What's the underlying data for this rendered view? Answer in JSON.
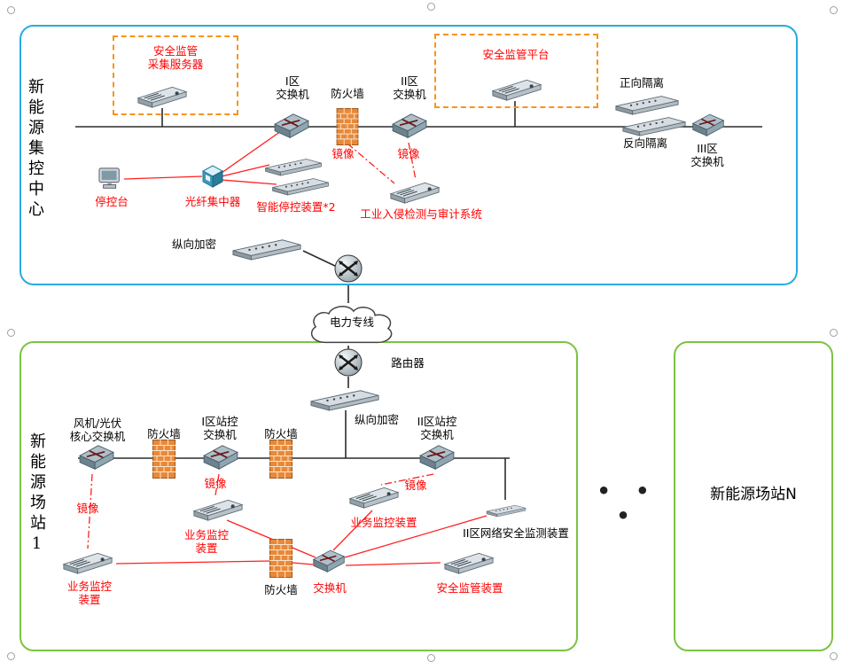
{
  "colors": {
    "center_border": "#29abe2",
    "station_border": "#7dc243",
    "group_dashed": "#f7941d",
    "red_label": "#ff0000",
    "red_line": "#ff2020",
    "black_line": "#2b2b2b"
  },
  "center": {
    "title": "新能源集控中心",
    "collect_server": "安全监管\n采集服务器",
    "console": "停控台",
    "fiber_hub": "光纤集中器",
    "zone1_switch": "I区\n交换机",
    "firewall": "防火墙",
    "mirror1": "镜像",
    "zone2_switch": "II区\n交换机",
    "mirror2": "镜像",
    "platform": "安全监管平台",
    "forward_isolation": "正向隔离",
    "reverse_isolation": "反向隔离",
    "zone3_switch": "III区\n交换机",
    "smart_stop": "智能停控装置*2",
    "ids": "工业入侵检测与审计系统",
    "encrypt": "纵向加密"
  },
  "wan": {
    "cloud": "电力专线"
  },
  "station1": {
    "title": "新能源场站1",
    "router": "路由器",
    "encrypt": "纵向加密",
    "core_switch": "风机/光伏\n核心交换机",
    "firewall1": "防火墙",
    "zone1_switch": "I区站控\n交换机",
    "mirror1": "镜像",
    "firewall2": "防火墙",
    "zone2_switch": "II区站控\n交换机",
    "mirror2": "镜像",
    "mirror3": "镜像",
    "biz_monitor_a": "业务监控\n装置",
    "biz_monitor_b": "业务监控装置",
    "zone2_monitor": "II区网络安全监测装置",
    "firewall3": "防火墙",
    "switch": "交换机",
    "security_device": "安全监管装置",
    "biz_monitor_c": "业务监控\n装置"
  },
  "stationN": {
    "title": "新能源场站N",
    "ellipsis": "• • •"
  }
}
